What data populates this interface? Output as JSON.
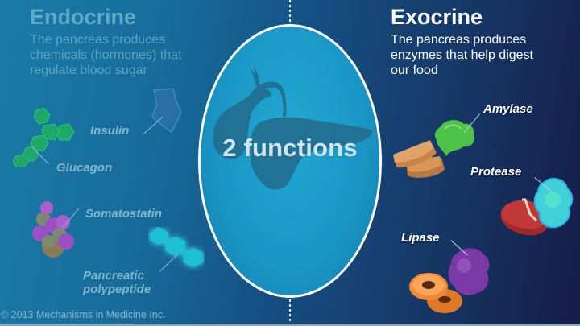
{
  "center": {
    "title": "2 functions",
    "organ_illustration": "pancreas-and-gallbladder"
  },
  "endocrine": {
    "heading": "Endocrine",
    "description_lines": [
      "The pancreas produces",
      "chemicals (hormones) that",
      "regulate blood sugar"
    ],
    "hormones": [
      {
        "label": "Insulin",
        "icon": "insulin-molecule-icon"
      },
      {
        "label": "Glucagon",
        "icon": "glucagon-molecule-icon"
      },
      {
        "label": "Somatostatin",
        "icon": "somatostatin-molecule-icon"
      },
      {
        "label_lines": [
          "Pancreatic",
          "polypeptide"
        ],
        "icon": "pancreatic-polypeptide-molecule-icon"
      }
    ]
  },
  "exocrine": {
    "heading": "Exocrine",
    "description_lines": [
      "The pancreas produces",
      "enzymes that help digest",
      "our food"
    ],
    "enzymes": [
      {
        "label": "Amylase",
        "icon": "amylase-enzyme-icon",
        "food": "bread-icon"
      },
      {
        "label": "Protease",
        "icon": "protease-enzyme-icon",
        "food": "steak-icon"
      },
      {
        "label": "Lipase",
        "icon": "lipase-enzyme-icon",
        "food": "donut-icon"
      }
    ]
  },
  "copyright": "© 2013 Mechanisms in Medicine Inc.",
  "colors": {
    "bg_left": "#1b7ba8",
    "bg_right": "#151c48",
    "oval_fill": "#1a97c6",
    "oval_border": "#ffffff",
    "glucagon": "#1fb06a",
    "somatostatin": "#9a4fc4",
    "polypeptide": "#1cc6d6",
    "amylase": "#4fc24a",
    "protease": "#4fd6d8",
    "lipase": "#7a3aa6"
  }
}
